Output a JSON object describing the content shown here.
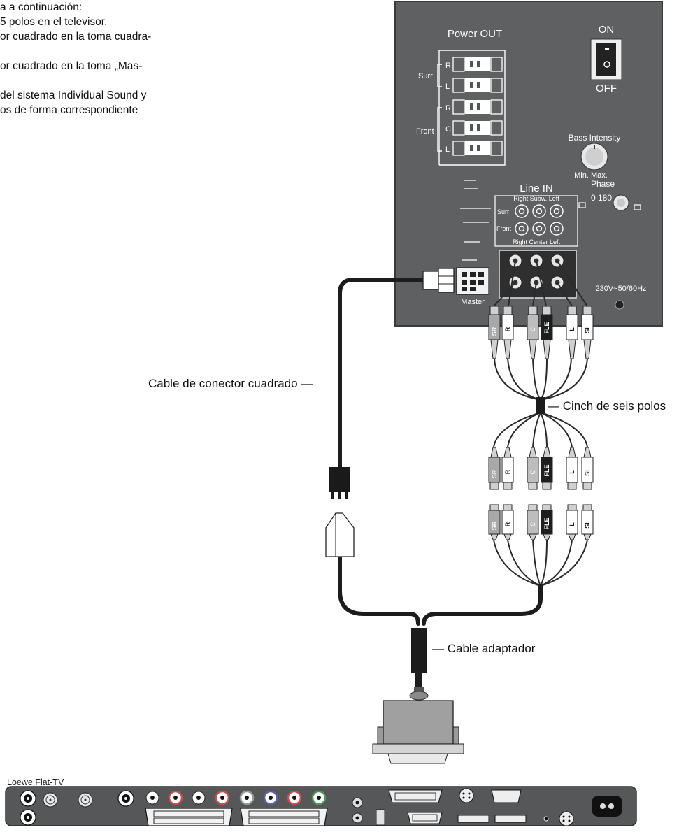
{
  "intro_lines": [
    "a a continuación:",
    "5 polos en el televisor.",
    "or cuadrado en la toma cuadra-",
    "",
    "or cuadrado en la toma „Mas-",
    "",
    "del sistema Individual Sound y",
    "os de forma correspondiente"
  ],
  "subwoofer": {
    "power_out": "Power OUT",
    "on": "ON",
    "off": "OFF",
    "surr": "Surr",
    "front": "Front",
    "pin_r": "R",
    "pin_l": "L",
    "pin_c": "C",
    "bass_intensity": "Bass Intensity",
    "min_max": "Min. Max.",
    "phase": "Phase",
    "phase_values": "0  180",
    "line_in": "Line IN",
    "line_in_top": "Right Subw. Left",
    "line_in_bottom": "Right Center Left",
    "line_surr": "Surr",
    "line_front": "Front",
    "master": "Master",
    "voltage": "230V~50/60Hz"
  },
  "plug_tags": [
    "SR",
    "R",
    "C",
    "FLE",
    "L",
    "SL"
  ],
  "labels": {
    "square_cable": "Cable de conector cuadrado —",
    "cinch": "— Cinch de seis polos",
    "adapter": "— Cable adaptador",
    "tv": "Loewe Flat-TV"
  },
  "colors": {
    "panel": "#5f6062",
    "panel_border": "#3a3a3a",
    "cable": "#1c1c1c",
    "tv_body": "#565758",
    "tv_red": "#c94f4f",
    "tv_blue": "#5b5fb0",
    "tv_green": "#4a9b56"
  }
}
